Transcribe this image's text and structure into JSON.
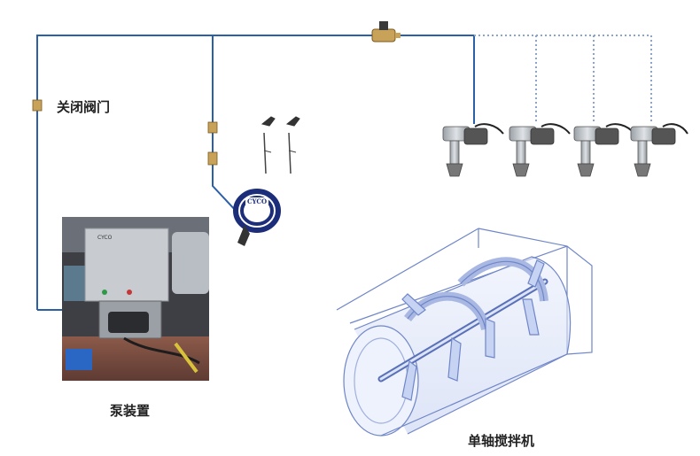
{
  "labels": {
    "close_valve": "关闭阀门",
    "pump_unit": "泵装置",
    "single_shaft_mixer": "单轴搅拌机"
  },
  "brand": {
    "pump_box": "CYCO",
    "hose_reel": "CYCO"
  },
  "colors": {
    "pipe": "#2b5fa6",
    "dotted_pipe": "#8aa4cc",
    "sketch": "#6f86c8",
    "label": "#222222"
  },
  "nozzles": {
    "count": 4
  },
  "spray_guns": {
    "count": 2
  }
}
